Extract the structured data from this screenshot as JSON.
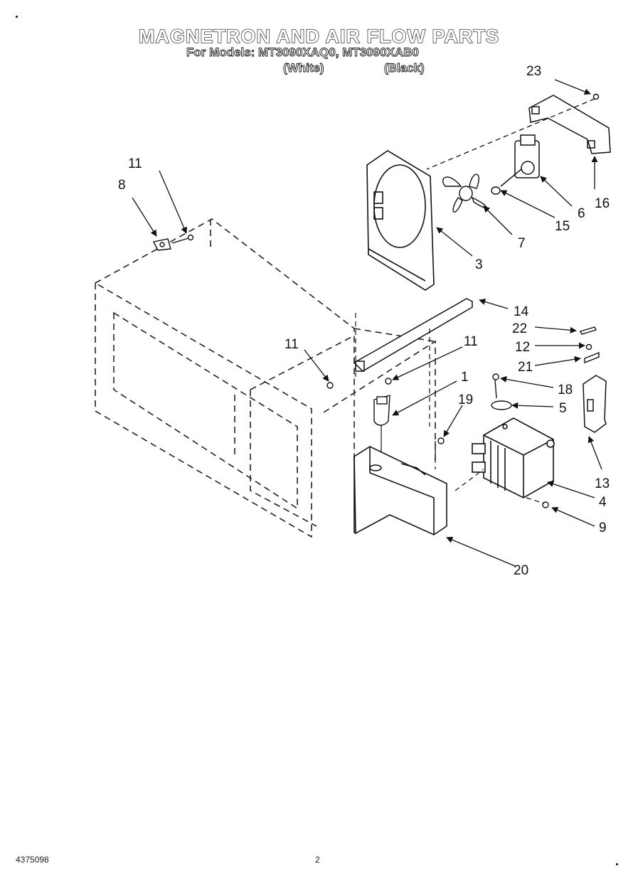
{
  "header": {
    "title": "MAGNETRON AND AIR FLOW PARTS",
    "models_line": "For Models: MT3090XAQ0, MT3090XAB0",
    "variant_white": "(White)",
    "variant_black": "(Black)"
  },
  "callouts": [
    "23",
    "11",
    "8",
    "16",
    "6",
    "15",
    "7",
    "3",
    "14",
    "22",
    "12",
    "21",
    "11",
    "11",
    "1",
    "18",
    "5",
    "19",
    "13",
    "4",
    "9",
    "20"
  ],
  "footer": {
    "doc_number": "4375098",
    "page_number": "2"
  }
}
